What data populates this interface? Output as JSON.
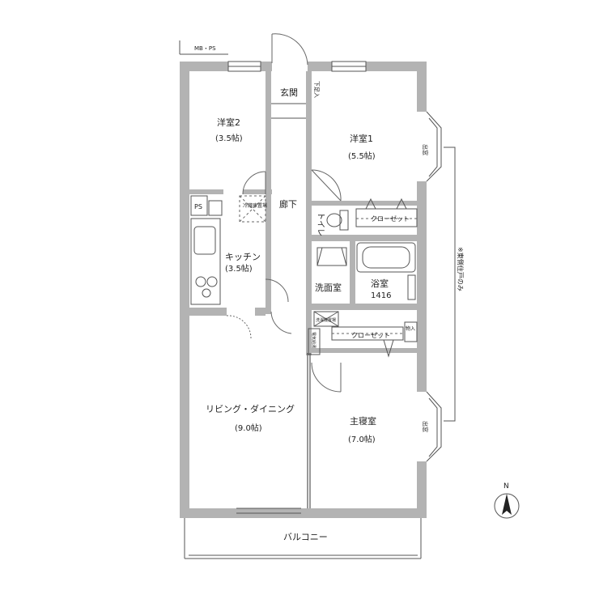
{
  "labels": {
    "mbps": "MB・PS",
    "genkan": "玄関",
    "getabako": "下足入",
    "yoshitsu2": "洋室2",
    "yoshitsu2_size": "(3.5帖)",
    "yoshitsu1": "洋室1",
    "yoshitsu1_size": "(5.5帖)",
    "demado": "出窓",
    "ps": "PS",
    "fridge": "冷蔵庫置場",
    "roka": "廊下",
    "toilet": "トイレ",
    "closet": "クローゼット",
    "kitchen": "キッチン",
    "kitchen_size": "(3.5帖)",
    "senmenshitsu": "洗面室",
    "yokushitsu": "浴室",
    "yokushitsu_size": "1416",
    "laundry": "洗濯機置場",
    "monoire": "物入",
    "denkishoku": "電気給湯",
    "note": "※東側住戸のみ",
    "living": "リビング・ダイニング",
    "living_size": "(9.0帖)",
    "shushinshitsu": "主寝室",
    "shushinshitsu_size": "(7.0帖)",
    "balcony": "バルコニー",
    "north": "N"
  }
}
